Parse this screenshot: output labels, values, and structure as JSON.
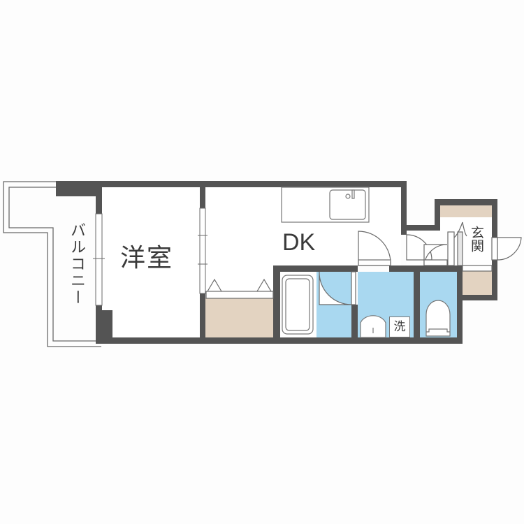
{
  "floor_plan": {
    "rooms": {
      "western_room": {
        "label": "洋室"
      },
      "dining_kitchen": {
        "label": "DK"
      },
      "balcony": {
        "label": "バルコニー"
      },
      "entrance": {
        "label": "玄関"
      },
      "washroom": {
        "washer_label": "洗"
      }
    },
    "fixtures": [
      "kitchen-sink",
      "bathtub",
      "wash-basin",
      "toilet",
      "closet",
      "shoe-cabinet"
    ],
    "colors": {
      "wall": "#545454",
      "wet_area": "#a9d8f0",
      "storage": "#e3d3c1",
      "floor": "#ffffff",
      "line": "#6a6a6a",
      "background": "#fdfdfd"
    }
  }
}
